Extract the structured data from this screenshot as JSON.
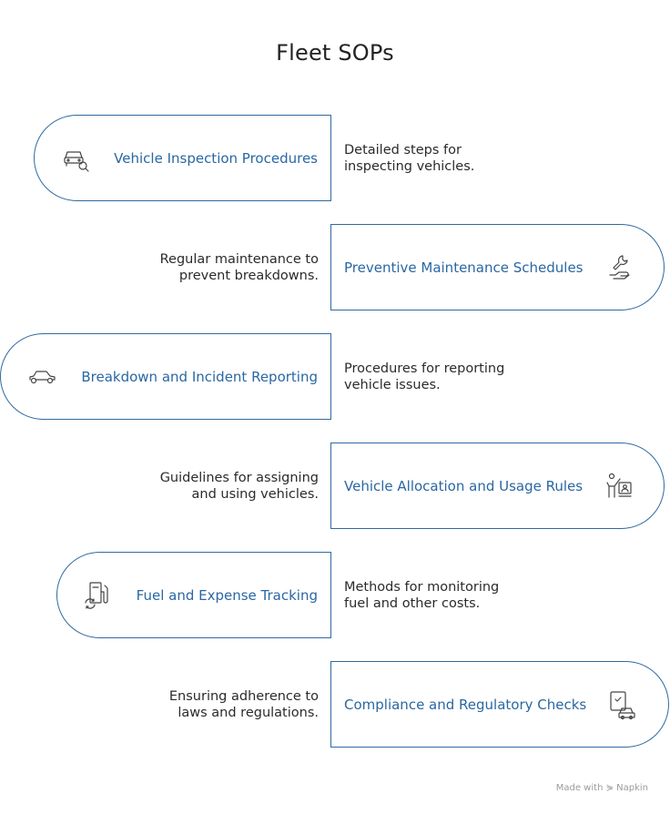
{
  "title": "Fleet SOPs",
  "items": [
    {
      "label": "Vehicle Inspection Procedures",
      "description": "Detailed steps for inspecting vehicles.",
      "icon": "car-search-icon"
    },
    {
      "label": "Preventive Maintenance Schedules",
      "description": "Regular maintenance to prevent breakdowns.",
      "icon": "wrench-hand-icon"
    },
    {
      "label": "Breakdown and Incident Reporting",
      "description": "Procedures for reporting vehicle issues.",
      "icon": "car-icon"
    },
    {
      "label": "Vehicle Allocation and Usage Rules",
      "description": "Guidelines for assigning and using vehicles.",
      "icon": "driver-board-icon"
    },
    {
      "label": "Fuel and Expense Tracking",
      "description": "Methods for monitoring fuel and other costs.",
      "icon": "fuel-pump-icon"
    },
    {
      "label": "Compliance and Regulatory Checks",
      "description": "Ensuring adherence to laws and regulations.",
      "icon": "clipboard-car-icon"
    }
  ],
  "footer": "Made with ⋟ Napkin",
  "colors": {
    "accent": "#2f6aa0",
    "label": "#2a67a2",
    "text": "#2b2b2b"
  }
}
